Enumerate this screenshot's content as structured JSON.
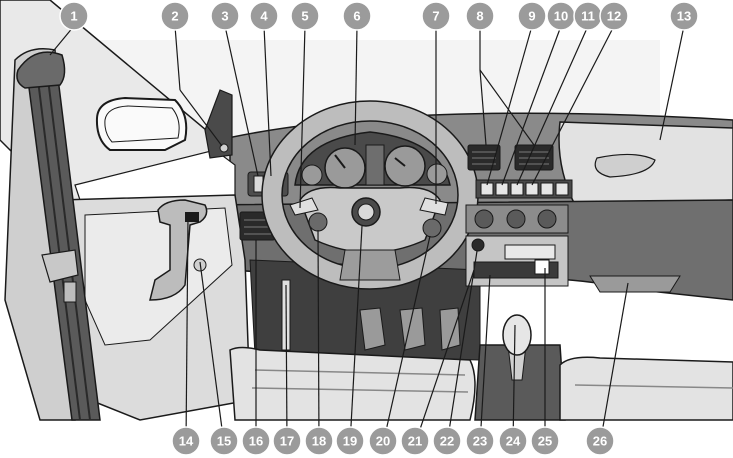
{
  "callouts_top": [
    {
      "label": "1"
    },
    {
      "label": "2"
    },
    {
      "label": "3"
    },
    {
      "label": "4"
    },
    {
      "label": "5"
    },
    {
      "label": "6"
    },
    {
      "label": "7"
    },
    {
      "label": "8"
    },
    {
      "label": "9"
    },
    {
      "label": "10"
    },
    {
      "label": "11"
    },
    {
      "label": "12"
    },
    {
      "label": "13"
    }
  ],
  "callouts_bottom": [
    {
      "label": "14"
    },
    {
      "label": "15"
    },
    {
      "label": "16"
    },
    {
      "label": "17"
    },
    {
      "label": "18"
    },
    {
      "label": "19"
    },
    {
      "label": "20"
    },
    {
      "label": "21"
    },
    {
      "label": "22"
    },
    {
      "label": "23"
    },
    {
      "label": "24"
    },
    {
      "label": "25"
    },
    {
      "label": "26"
    }
  ],
  "colors": {
    "callout_fill": "#ffffff",
    "callout_badge": "#9b9b9b",
    "line": "#1a1a1a",
    "dash": "#2b2b2b",
    "panel_gray": "#bdbdbd",
    "light_gray": "#d9d9d9",
    "seat": "#e3e3e3",
    "belt": "#5a5a5a"
  }
}
